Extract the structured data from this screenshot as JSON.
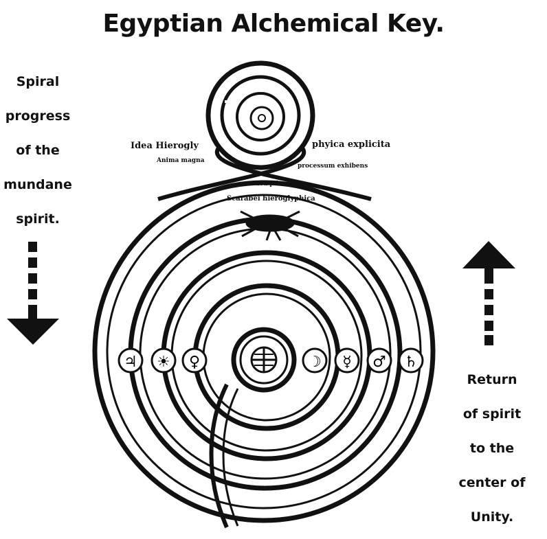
{
  "title": "Egyptian Alchemical Key.",
  "left_caption": [
    "Spiral",
    "progress",
    "of the",
    "mundane",
    "spirit."
  ],
  "right_caption": [
    "Return",
    "of spirit",
    "to the",
    "center of",
    "Unity."
  ],
  "diagram": {
    "labels": {
      "idea_hierogly": "Idea Hierogly",
      "anima_magna": "Anima magna",
      "physica_explicita": "phyica explicita",
      "processum_exhibens": "processum exhibens",
      "idea_pila": "Idea pila",
      "scarabei": "Scarabei hieroglyphica"
    },
    "symbols_left": [
      "♃",
      "☀",
      "♀"
    ],
    "symbols_right": [
      "☽",
      "☿",
      "♂",
      "♄"
    ],
    "center_symbol": "⊕"
  },
  "colors": {
    "ink": "#111111",
    "background": "#ffffff"
  }
}
